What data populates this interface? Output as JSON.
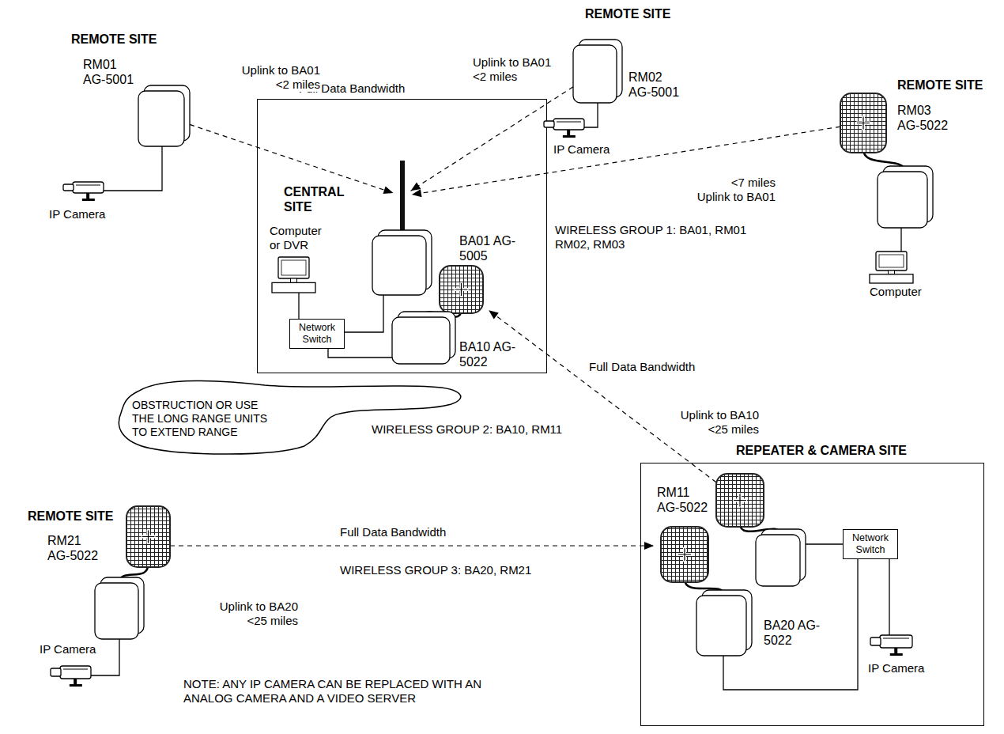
{
  "diagram": {
    "nodes": [
      {
        "text": [
          "CENTRAL SITE"
        ]
      },
      {
        "text": [
          "BA01 AG-5005"
        ],
        "in": 0
      },
      {
        "text": [
          "Computer or DVR"
        ],
        "in": 0
      },
      {
        "text": [
          "Network Switch"
        ],
        "in": 0
      },
      {
        "text": [
          "BA10 AG-5022"
        ],
        "in": 0
      },
      {
        "text": [
          "REMOTE SITE",
          "RM01 AG-5001"
        ]
      },
      {
        "text": [
          "IP Camera"
        ]
      },
      {
        "text": [
          "REMOTE SITE",
          "RM02 AG-5001"
        ]
      },
      {
        "text": [
          "IP Camera"
        ]
      },
      {
        "text": [
          "REMOTE SITE",
          "RM03 AG-5022"
        ]
      },
      {
        "text": [
          "Computer"
        ]
      },
      {
        "text": [
          "REPEATER & CAMERA SITE"
        ]
      },
      {
        "text": [
          "RM11 AG-5022"
        ],
        "in": 11
      },
      {
        "text": [
          "Network Switch"
        ],
        "in": 11
      },
      {
        "text": [
          "BA20 AG-5022"
        ],
        "in": 11
      },
      {
        "text": [
          "IP Camera"
        ],
        "in": 11
      },
      {
        "text": [
          "REMOTE SITE",
          "RM21 AG-5022"
        ]
      },
      {
        "text": [
          "IP Camera"
        ]
      },
      {
        "text": [
          "OBSTRUCTION OR USE THE LONG RANGE UNITS TO EXTEND RANGE"
        ]
      }
    ],
    "edges": [
      {
        "from": 5,
        "to": 1,
        "arrow": "to",
        "label": "Uplink to BA01 <2 miles"
      },
      {
        "from": 7,
        "to": 1,
        "arrow": "to",
        "label": "Uplink to BA01 <2 miles"
      },
      {
        "from": 9,
        "to": 1,
        "arrow": "to",
        "label": "<7 miles Uplink to BA01"
      },
      {
        "from": 12,
        "to": 4,
        "arrow": "to",
        "label": "Uplink to BA10 <25 miles"
      },
      {
        "from": 16,
        "to": 14,
        "arrow": "to",
        "label": "Uplink to BA20 <25 miles"
      },
      {
        "from": 6,
        "to": 5,
        "arrow": "none"
      },
      {
        "from": 8,
        "to": 7,
        "arrow": "none"
      },
      {
        "from": 10,
        "to": 9,
        "arrow": "none"
      },
      {
        "from": 2,
        "to": 3,
        "arrow": "none"
      },
      {
        "from": 1,
        "to": 3,
        "arrow": "none"
      },
      {
        "from": 4,
        "to": 3,
        "arrow": "none"
      },
      {
        "from": 12,
        "to": 13,
        "arrow": "none"
      },
      {
        "from": 14,
        "to": 13,
        "arrow": "none"
      },
      {
        "from": 15,
        "to": 13,
        "arrow": "none"
      },
      {
        "from": 17,
        "to": 16,
        "arrow": "none"
      }
    ],
    "labels": [
      "Full Data Bandwidth",
      "Full Data Bandwidth",
      "Full Data Bandwidth",
      "WIRELESS GROUP 1: BA01, RM01 RM02, RM03",
      "WIRELESS GROUP 2: BA10, RM11",
      "WIRELESS GROUP 3: BA20, RM21",
      "NOTE: ANY IP CAMERA CAN BE REPLACED WITH AN ANALOG CAMERA AND A VIDEO SERVER"
    ]
  }
}
